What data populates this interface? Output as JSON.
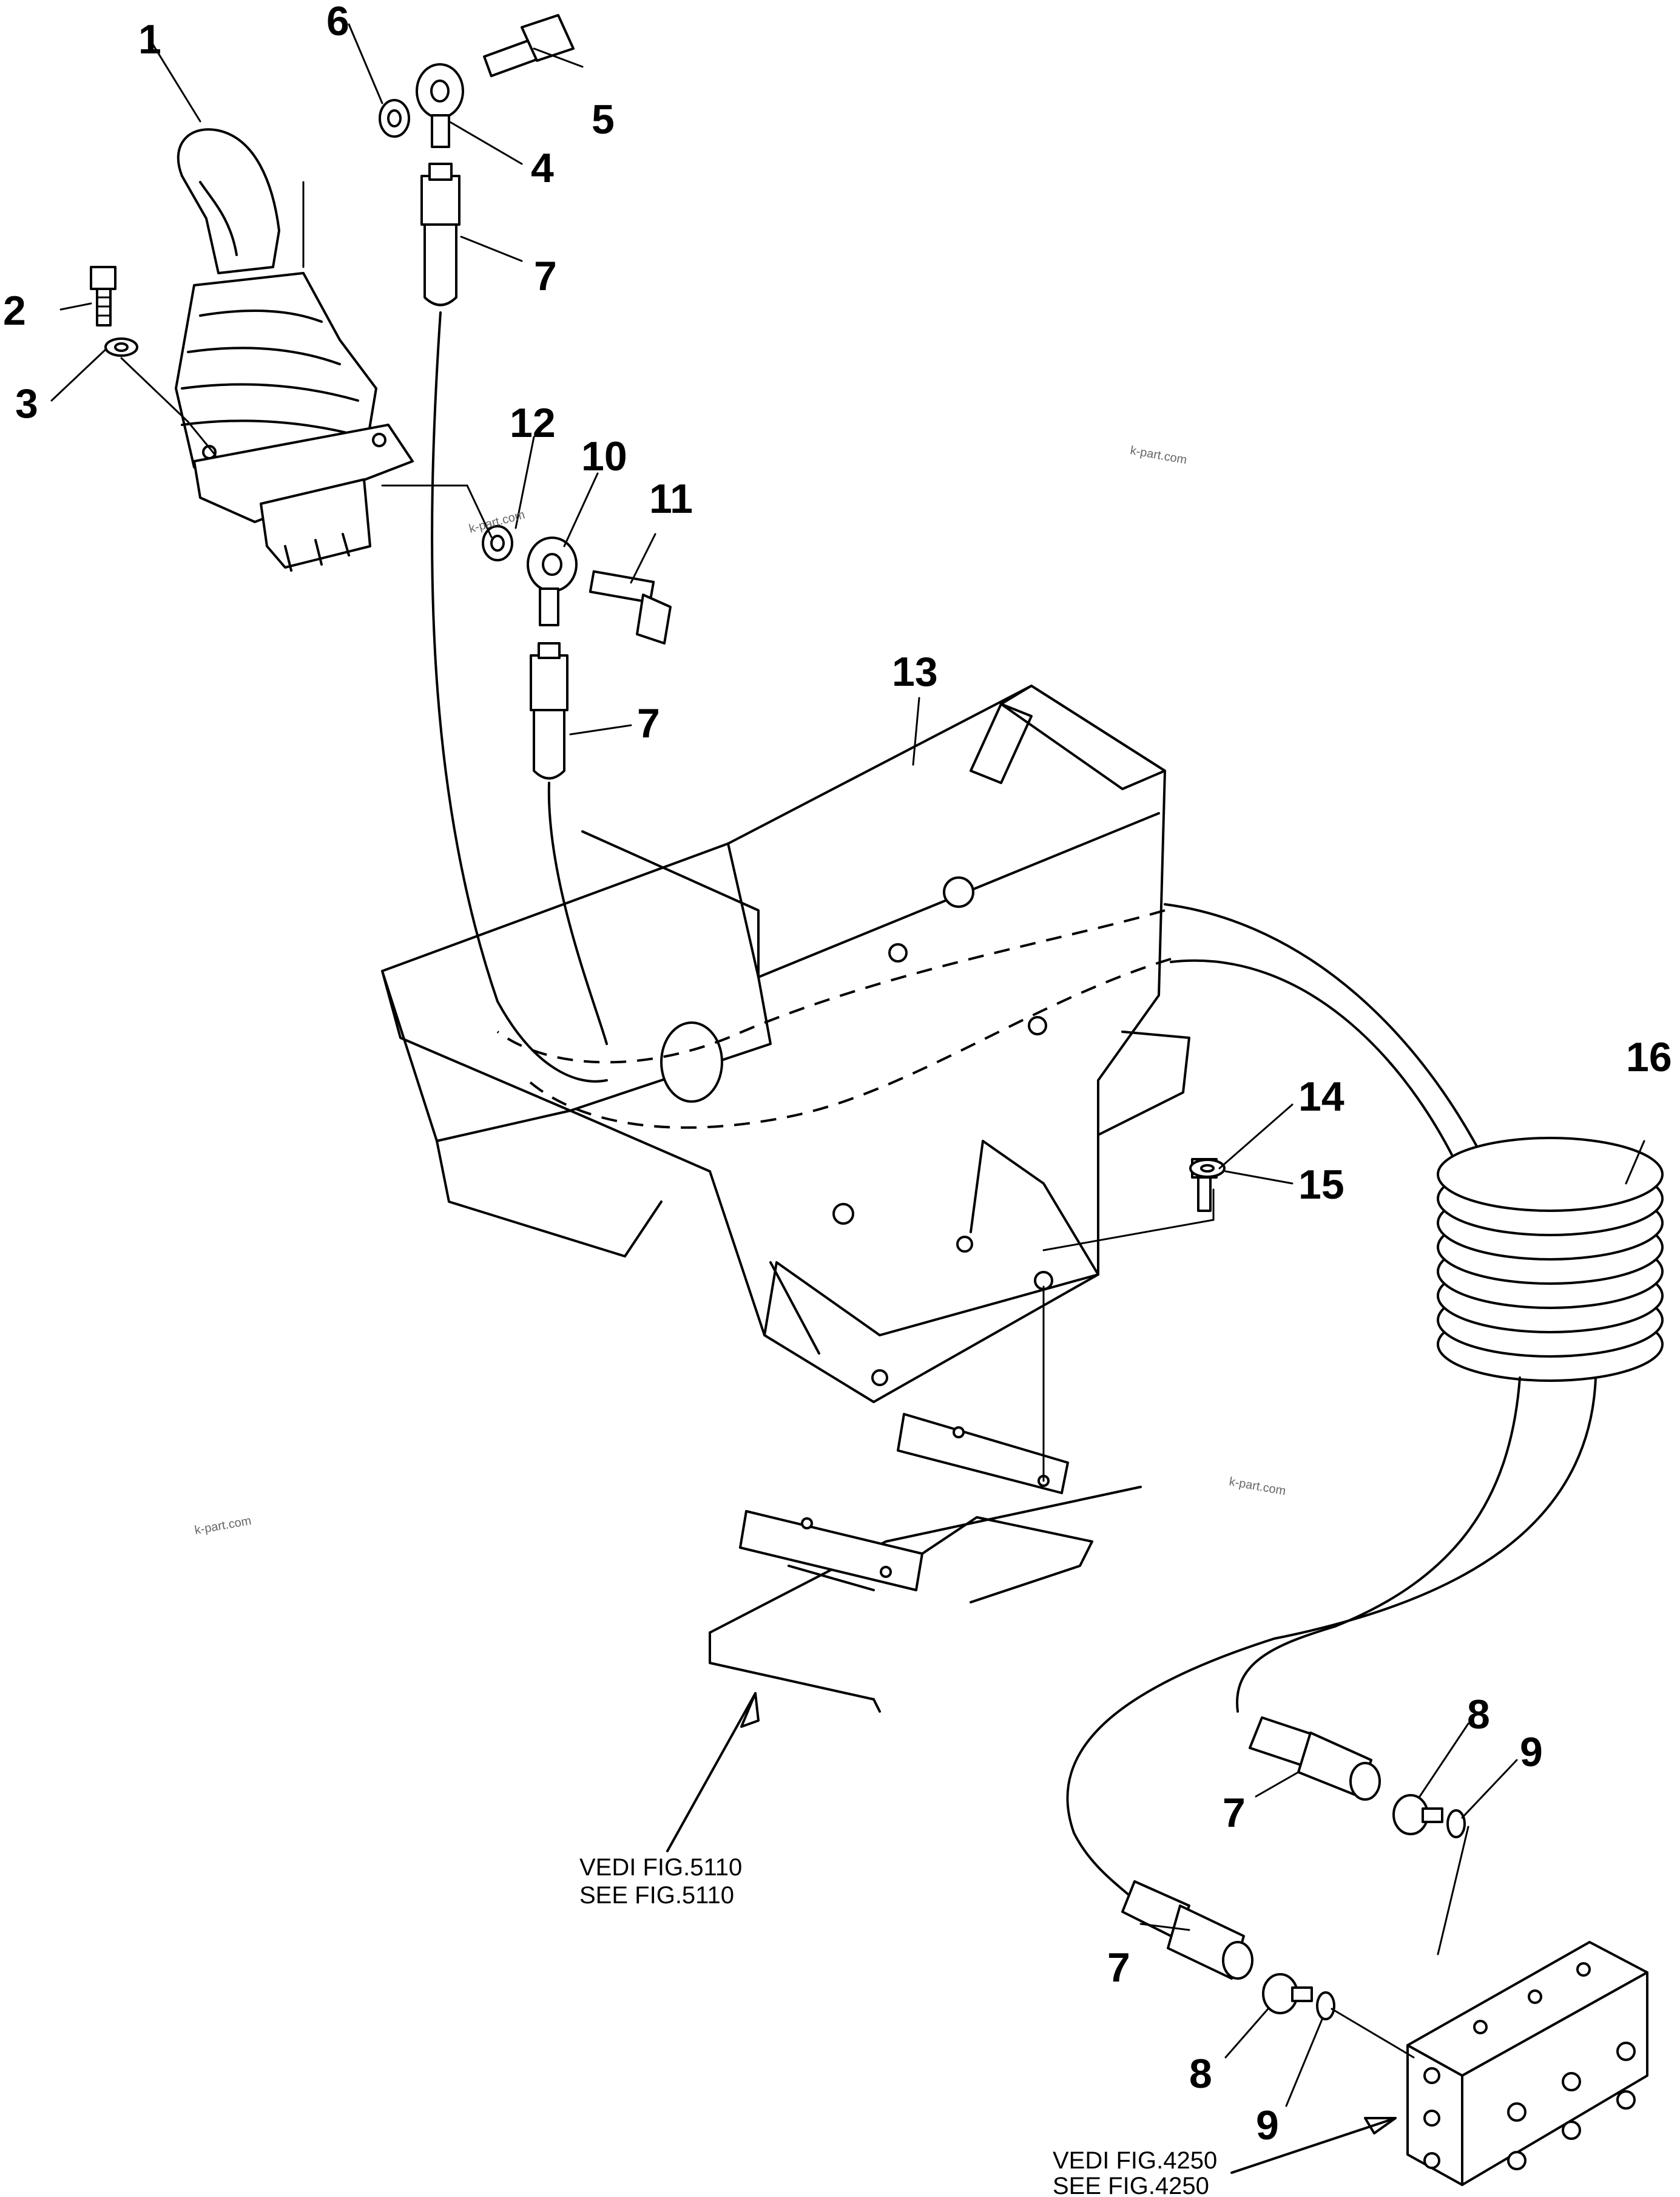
{
  "diagram": {
    "callouts": {
      "c1": "1",
      "c2": "2",
      "c3": "3",
      "c4": "4",
      "c5": "5",
      "c6": "6",
      "c7a": "7",
      "c7b": "7",
      "c7c": "7",
      "c7d": "7",
      "c8a": "8",
      "c8b": "8",
      "c9a": "9",
      "c9b": "9",
      "c10": "10",
      "c11": "11",
      "c12": "12",
      "c13": "13",
      "c14": "14",
      "c15": "15",
      "c16": "16"
    },
    "notes": {
      "fig5110_it": "VEDI FIG.5110",
      "fig5110_en": "SEE FIG.5110",
      "fig4250_it": "VEDI FIG.4250",
      "fig4250_en": "SEE FIG.4250"
    },
    "watermark": "k-part.com"
  }
}
